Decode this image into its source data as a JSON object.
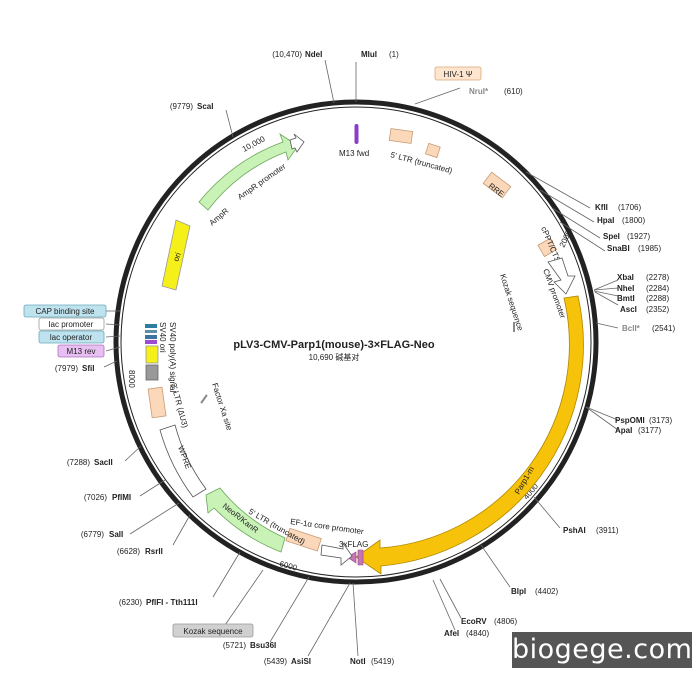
{
  "plasmid": {
    "name": "pLV3-CMV-Parp1(mouse)-3×FLAG-Neo",
    "size_label": "10,690 碱基对",
    "total_bp": 10690
  },
  "watermark": "biogege.com",
  "ruler": {
    "ticks": [
      {
        "bp": 2000,
        "label": "2000"
      },
      {
        "bp": 4000,
        "label": "4000"
      },
      {
        "bp": 6000,
        "label": "6000"
      },
      {
        "bp": 8000,
        "label": "8000"
      },
      {
        "bp": 10000,
        "label": "10,000"
      }
    ]
  },
  "enzymes": [
    {
      "name": "MluI",
      "pos": "(1)",
      "bp": 1
    },
    {
      "name": "NruI*",
      "pos": "(610)",
      "bp": 610,
      "muted": true
    },
    {
      "name": "KflI",
      "pos": "(1706)",
      "bp": 1706
    },
    {
      "name": "HpaI",
      "pos": "(1800)",
      "bp": 1800
    },
    {
      "name": "SpeI",
      "pos": "(1927)",
      "bp": 1927
    },
    {
      "name": "SnaBI",
      "pos": "(1985)",
      "bp": 1985
    },
    {
      "name": "XbaI",
      "pos": "(2278)",
      "bp": 2278
    },
    {
      "name": "NheI",
      "pos": "(2284)",
      "bp": 2284
    },
    {
      "name": "BmtI",
      "pos": "(2288)",
      "bp": 2288
    },
    {
      "name": "AscI",
      "pos": "(2352)",
      "bp": 2352
    },
    {
      "name": "BclI*",
      "pos": "(2541)",
      "bp": 2541,
      "muted": true
    },
    {
      "name": "PspOMI",
      "pos": "(3173)",
      "bp": 3173
    },
    {
      "name": "ApaI",
      "pos": "(3177)",
      "bp": 3177
    },
    {
      "name": "PshAI",
      "pos": "(3911)",
      "bp": 3911
    },
    {
      "name": "BlpI",
      "pos": "(4402)",
      "bp": 4402
    },
    {
      "name": "EcoRV",
      "pos": "(4806)",
      "bp": 4806
    },
    {
      "name": "AfeI",
      "pos": "(4840)",
      "bp": 4840
    },
    {
      "name": "NotI",
      "pos": "(5419)",
      "bp": 5419
    },
    {
      "name": "AsiSI",
      "pos": "(5439)",
      "bp": 5439
    },
    {
      "name": "Bsu36I",
      "pos": "(5721)",
      "bp": 5721
    },
    {
      "name": "PflFI - Tth111I",
      "pos": "(6230)",
      "bp": 6230
    },
    {
      "name": "RsrII",
      "pos": "(6628)",
      "bp": 6628
    },
    {
      "name": "SalI",
      "pos": "(6779)",
      "bp": 6779
    },
    {
      "name": "PflMI",
      "pos": "(7026)",
      "bp": 7026
    },
    {
      "name": "SacII",
      "pos": "(7288)",
      "bp": 7288
    },
    {
      "name": "SfiI",
      "pos": "(7979)",
      "bp": 7979
    },
    {
      "name": "ScaI",
      "pos": "(9779)",
      "bp": 9779
    },
    {
      "name": "NdeI",
      "pos": "(10,470)",
      "bp": 10470
    }
  ],
  "boxed_labels": [
    {
      "text": "HIV-1 Ψ",
      "color": "#fde5cf",
      "border": "#d9a978"
    },
    {
      "text": "CAP binding site",
      "color": "#bfe3ee",
      "border": "#6aa9bd"
    },
    {
      "text": "lac promoter",
      "color": "#ffffff",
      "border": "#999999"
    },
    {
      "text": "lac operator",
      "color": "#bfe3ee",
      "border": "#6aa9bd"
    },
    {
      "text": "M13 rev",
      "color": "#e7bff0",
      "border": "#b170c4"
    },
    {
      "text": "Kozak sequence",
      "color": "#d0d0d0",
      "border": "#999999"
    }
  ],
  "features": [
    {
      "text": "M13 fwd"
    },
    {
      "text": "5' LTR (truncated)"
    },
    {
      "text": "RRE"
    },
    {
      "text": "cPPT/CTS"
    },
    {
      "text": "CMV promoter"
    },
    {
      "text": "Kozak sequence"
    },
    {
      "text": "Parp1-m"
    },
    {
      "text": "3xFLAG"
    },
    {
      "text": "EF-1α core promoter"
    },
    {
      "text": "5' LTR (truncated)"
    },
    {
      "text": "NeoR/KanR"
    },
    {
      "text": "WPRE"
    },
    {
      "text": "3' LTR (ΔU3)"
    },
    {
      "text": "Factor Xa site"
    },
    {
      "text": "SV40 poly(A) signal"
    },
    {
      "text": "SV40 ori"
    },
    {
      "text": "ori"
    },
    {
      "text": "AmpR"
    },
    {
      "text": "AmpR promoter"
    }
  ],
  "colors": {
    "backbone": "#222222",
    "parp1": "#f6c20a",
    "ampr": "#c9f2b6",
    "neor": "#c9f2b6",
    "ori": "#f6f01a",
    "ltr": "#fbd8ba",
    "muted_label": "#888888"
  }
}
